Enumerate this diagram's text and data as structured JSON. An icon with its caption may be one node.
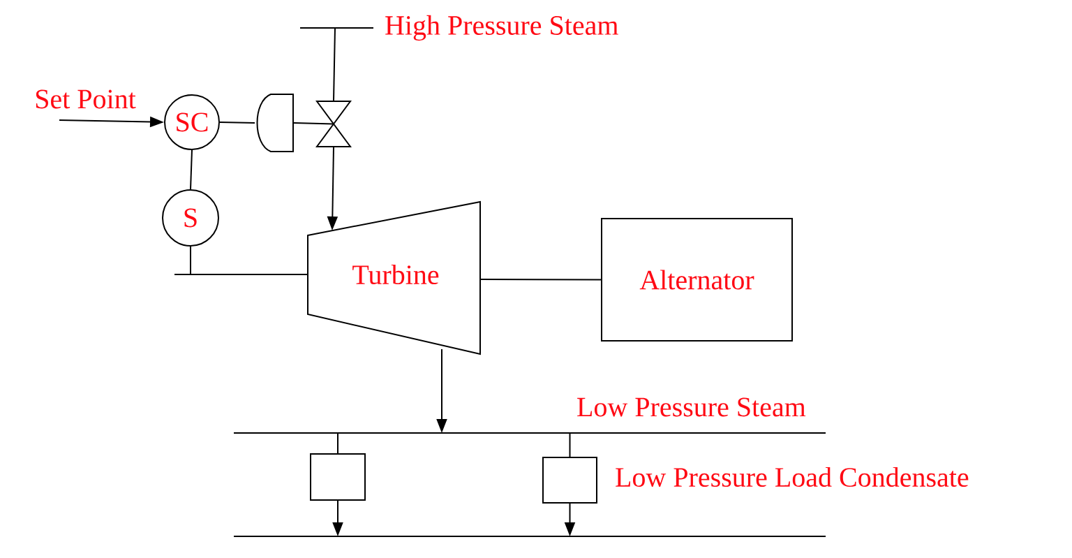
{
  "diagram": {
    "nodes": [
      {
        "text": [
          "SC"
        ]
      },
      {
        "text": [
          "S"
        ]
      },
      {
        "text": [],
        "shape": "actuator"
      },
      {
        "text": [],
        "shape": "valve"
      },
      {
        "text": [
          "Turbine"
        ]
      },
      {
        "text": [
          "Alternator"
        ]
      },
      {
        "text": [
          "High Pressure Steam"
        ]
      },
      {
        "text": [
          "Low Pressure Steam"
        ]
      },
      {
        "text": [],
        "shape": "box"
      },
      {
        "text": [],
        "shape": "box"
      },
      {
        "text": [
          "Low Pressure Load Condensate"
        ]
      }
    ],
    "edges": [
      {
        "from": null,
        "to": 0,
        "arrow": "to",
        "label": "Set Point"
      },
      {
        "from": 0,
        "to": 2,
        "arrow": "none"
      },
      {
        "from": 2,
        "to": 3,
        "arrow": "none"
      },
      {
        "from": 6,
        "to": 3,
        "arrow": "none"
      },
      {
        "from": 0,
        "to": 1,
        "arrow": "none"
      },
      {
        "from": 3,
        "to": 4,
        "arrow": "to"
      },
      {
        "from": 1,
        "to": 4,
        "arrow": "none"
      },
      {
        "from": 4,
        "to": 5,
        "arrow": "none"
      },
      {
        "from": 4,
        "to": 7,
        "arrow": "to"
      },
      {
        "from": 7,
        "to": 8,
        "arrow": "none"
      },
      {
        "from": 7,
        "to": 9,
        "arrow": "none"
      },
      {
        "from": 8,
        "to": 10,
        "arrow": "to"
      },
      {
        "from": 9,
        "to": 10,
        "arrow": "to"
      }
    ]
  }
}
